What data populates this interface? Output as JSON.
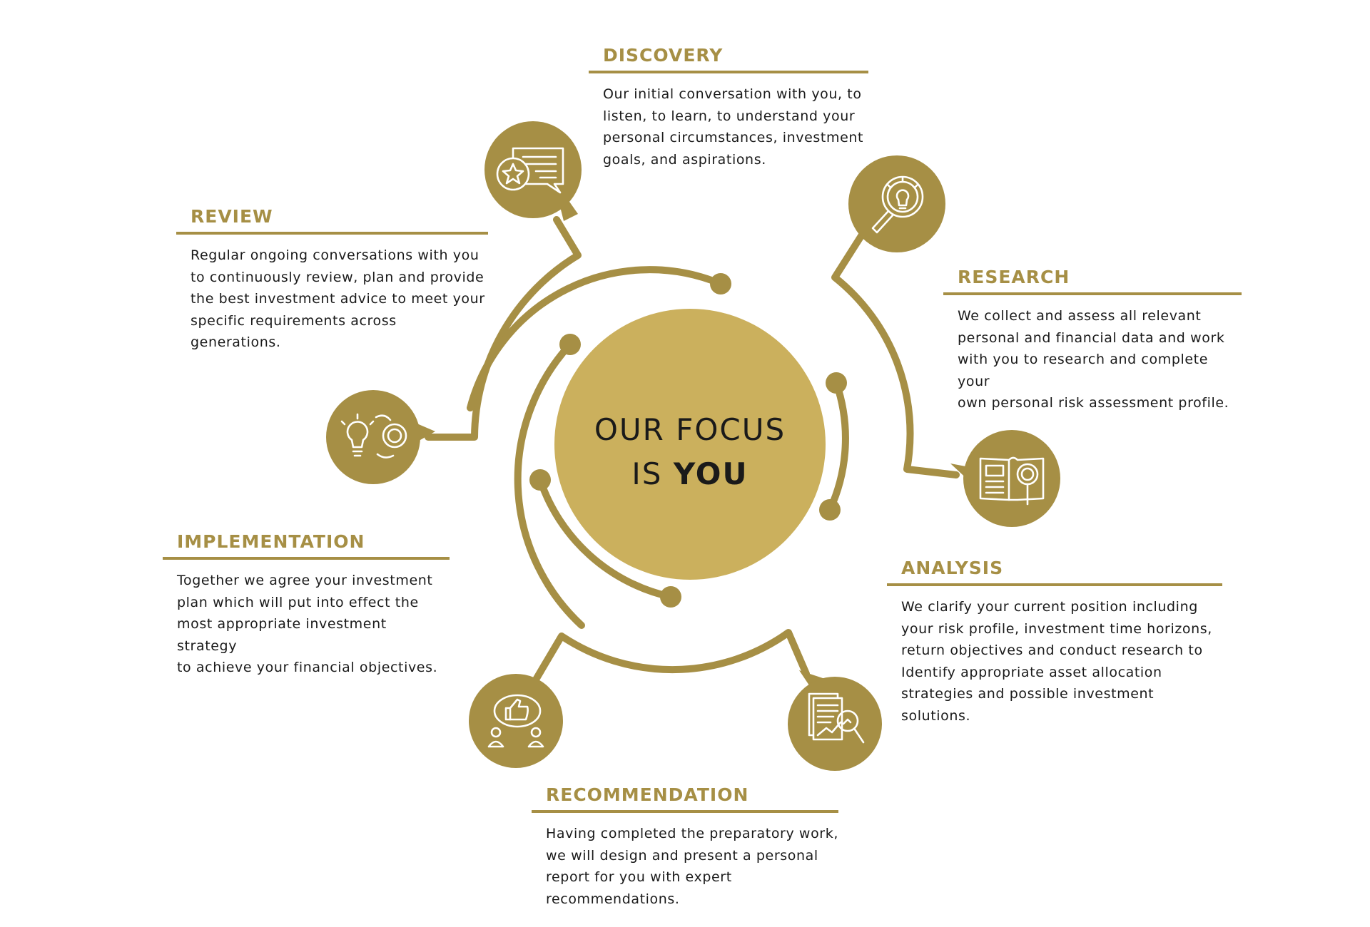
{
  "colors": {
    "accent": "#a68f45",
    "center": "#cbb05d",
    "text": "#1a1a1a",
    "icon_stroke": "#ffffff"
  },
  "center": {
    "line1": "OUR FOCUS",
    "line2_prefix": "IS ",
    "line2_bold": "YOU"
  },
  "steps": [
    {
      "id": "discovery",
      "title": "DISCOVERY",
      "description": "Our initial conversation with you, to\nlisten, to learn, to understand your\npersonal circumstances, investment\ngoals, and aspirations.",
      "icon": "chat-star-icon"
    },
    {
      "id": "research",
      "title": "RESEARCH",
      "description": "We collect and assess all relevant\npersonal and financial data and work\nwith you to research and complete your\nown personal risk assessment profile.",
      "icon": "magnifier-lightbulb-icon"
    },
    {
      "id": "analysis",
      "title": "ANALYSIS",
      "description": "We clarify your current position including\nyour risk profile, investment time horizons,\nreturn objectives and conduct research to\nIdentify appropriate asset allocation\nstrategies and possible investment solutions.",
      "icon": "book-magnifier-icon"
    },
    {
      "id": "recommendation",
      "title": "RECOMMENDATION",
      "description": "Having completed the preparatory work,\nwe will design and present a personal\nreport for you with expert\nrecommendations.",
      "icon": "document-chart-icon"
    },
    {
      "id": "implementation",
      "title": "IMPLEMENTATION",
      "description": "Together we agree your investment\nplan which will put into effect the\nmost appropriate investment strategy\nto achieve your financial objectives.",
      "icon": "thumbs-up-people-icon"
    },
    {
      "id": "review",
      "title": "REVIEW",
      "description": "Regular ongoing conversations with you\nto continuously review, plan and provide\nthe best investment advice to meet your\nspecific requirements across generations.",
      "icon": "lightbulb-gear-icon"
    }
  ]
}
